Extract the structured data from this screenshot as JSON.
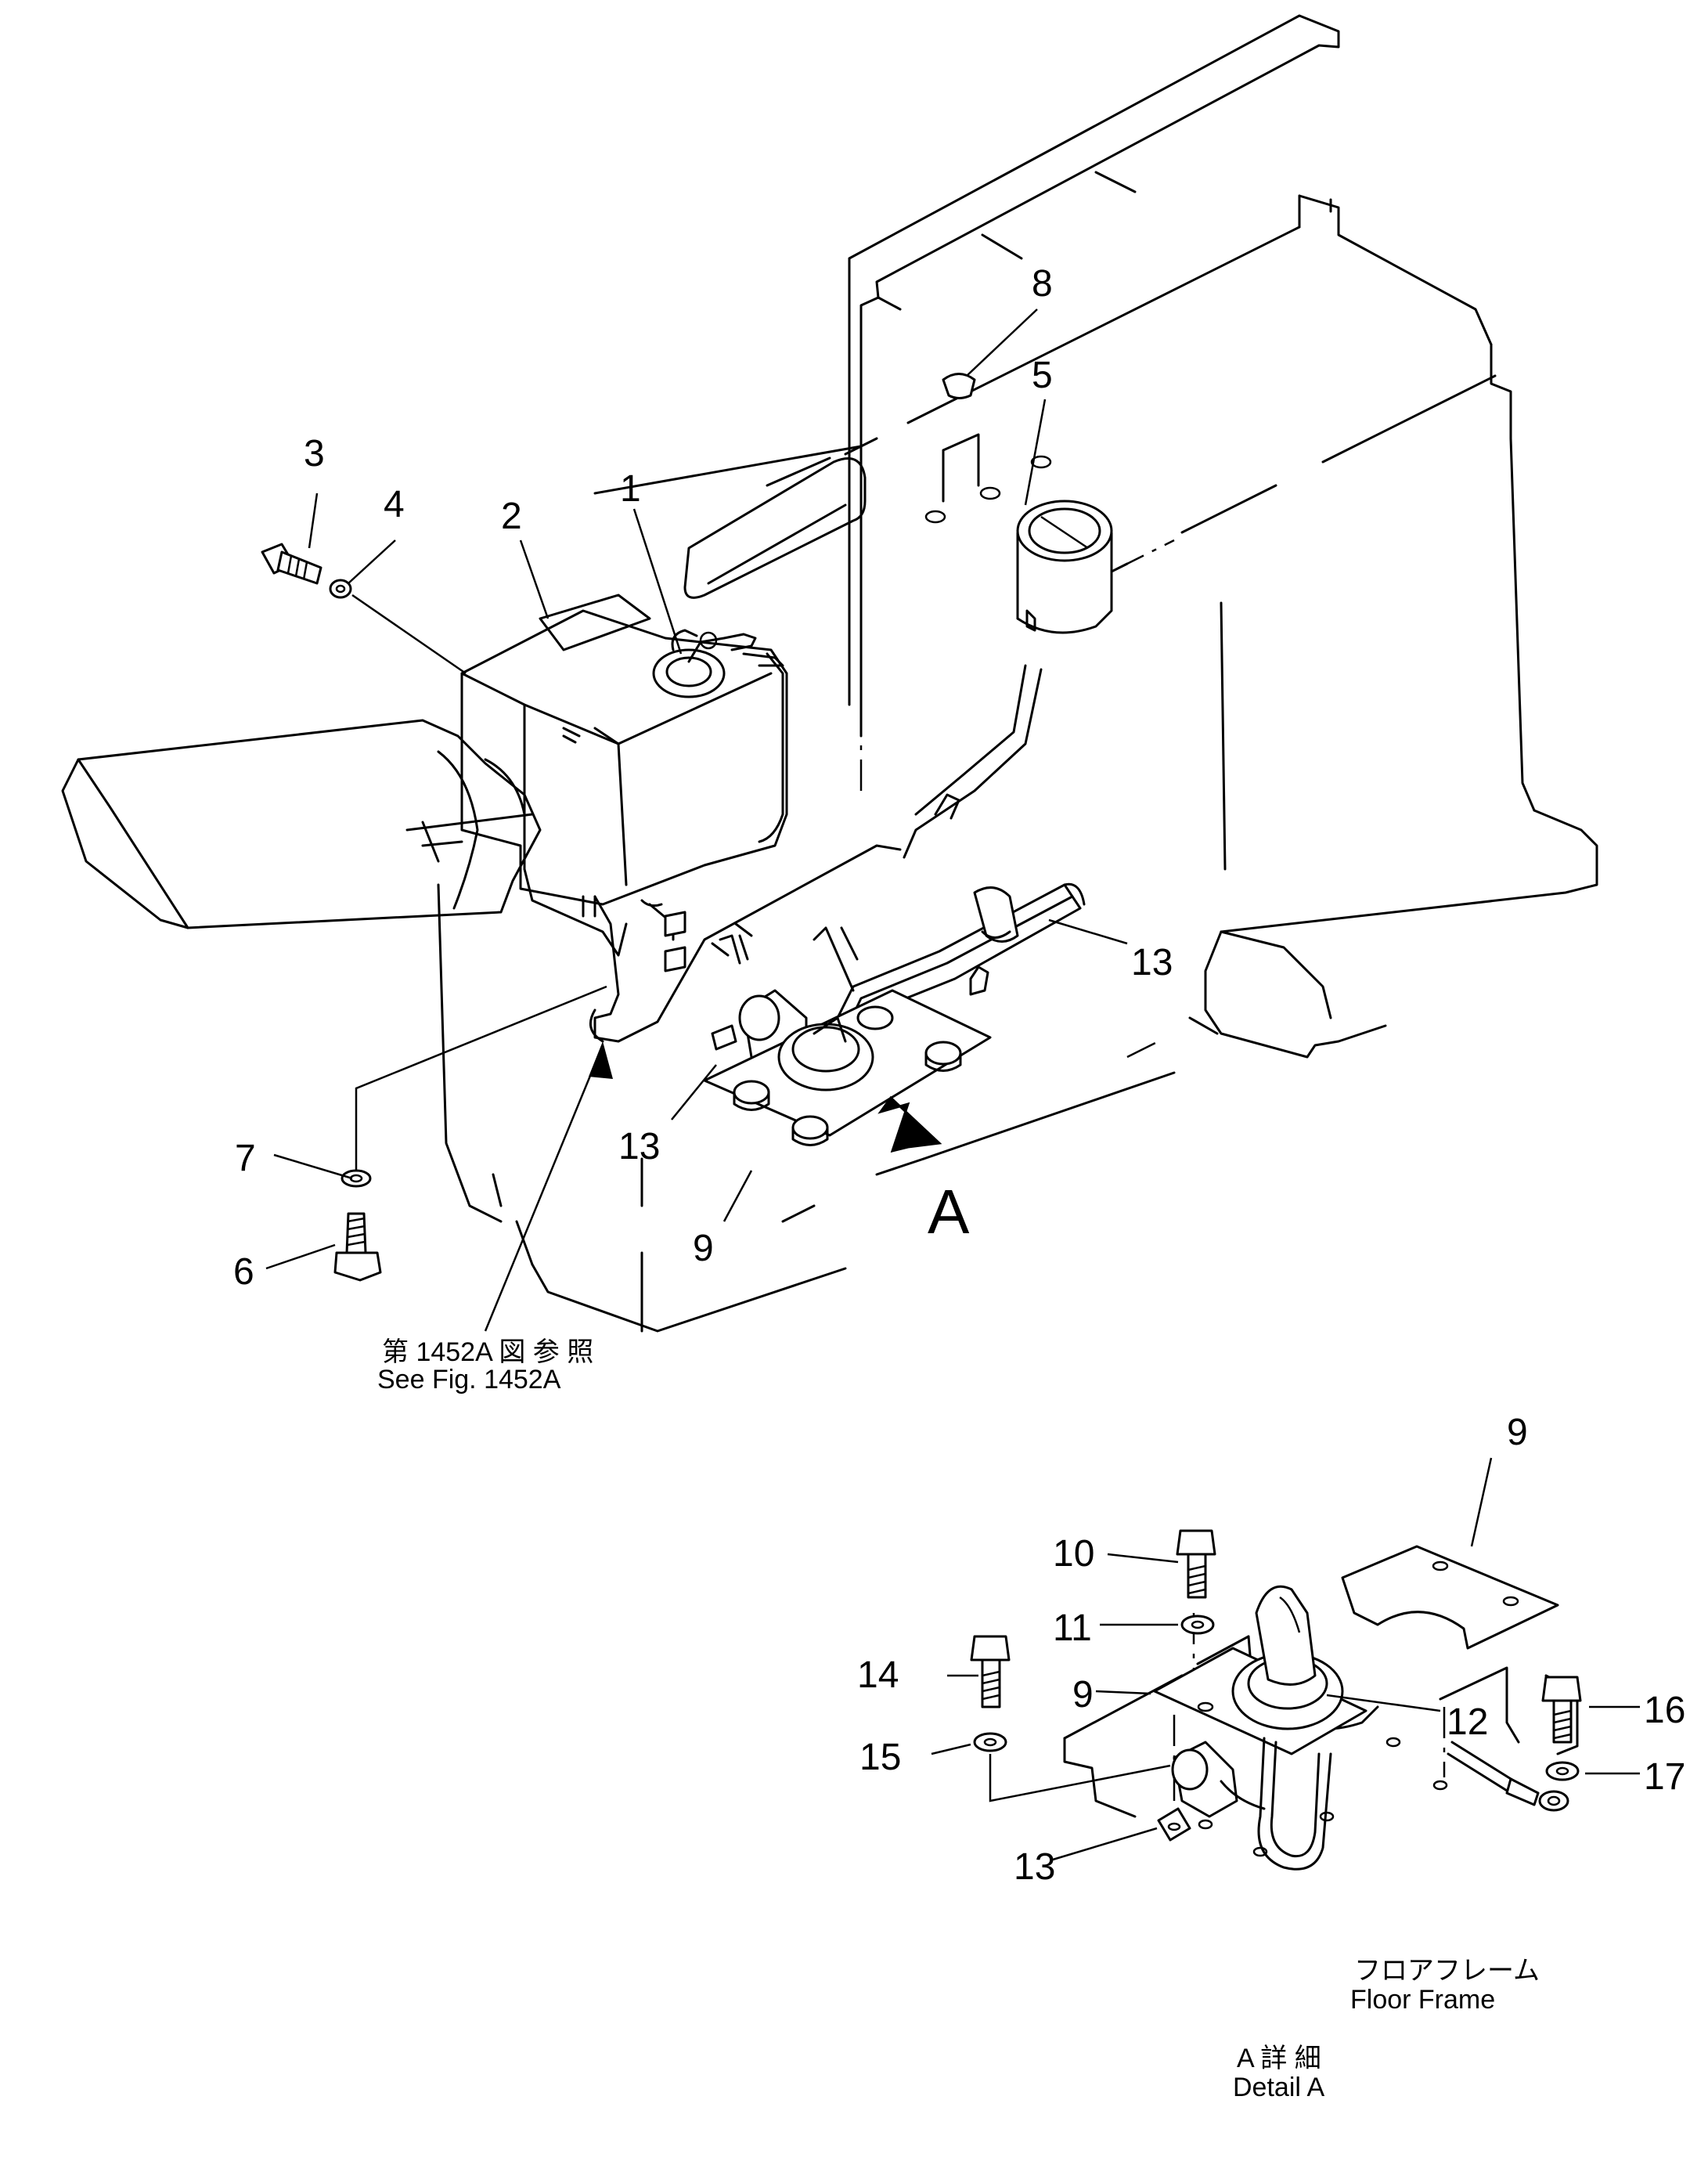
{
  "callouts": {
    "c1": "1",
    "c2": "2",
    "c3": "3",
    "c4": "4",
    "c5": "5",
    "c6": "6",
    "c7": "7",
    "c8": "8",
    "c9a": "9",
    "c13a": "13",
    "c13b": "13",
    "cA": "A",
    "c9b": "9",
    "c9c": "9",
    "c10": "10",
    "c11": "11",
    "c12": "12",
    "c13c": "13",
    "c14": "14",
    "c15": "15",
    "c16": "16",
    "c17": "17"
  },
  "notes": {
    "see_fig_jp": "第 1452A 図 参 照",
    "see_fig_en": "See Fig. 1452A",
    "floor_frame_jp": "フロアフレーム",
    "floor_frame_en": "Floor Frame",
    "detail_jp": "A 詳 細",
    "detail_en": "Detail A"
  }
}
